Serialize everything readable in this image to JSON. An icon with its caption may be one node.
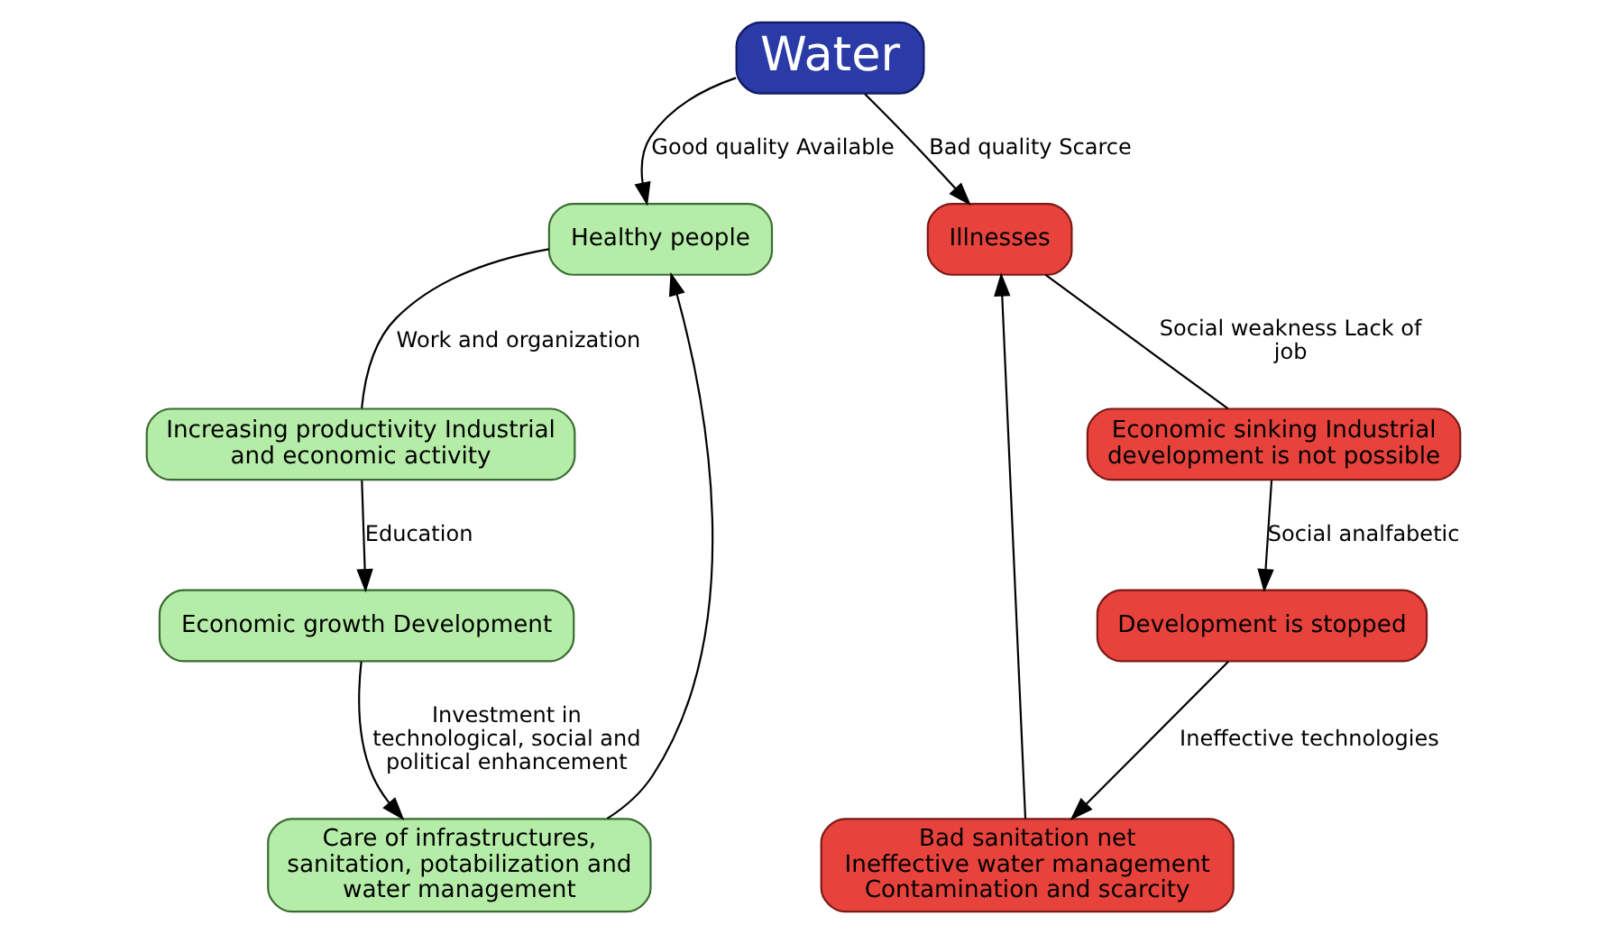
{
  "diagram": {
    "nodes": [
      {
        "text": [
          "Water"
        ]
      },
      {
        "text": [
          "Healthy people"
        ]
      },
      {
        "text": [
          "Care of infrastructures, sanitation, potabilization and water management"
        ]
      },
      {
        "text": [
          "Bad sanitation net Ineffective water management Contamination and scarcity"
        ]
      },
      {
        "text": [
          "Illnesses"
        ]
      },
      {
        "text": [
          "Development is stopped"
        ]
      },
      {
        "text": [
          "Economic sinking Industrial development is not possible"
        ]
      },
      {
        "text": [
          "Increasing productivity Industrial and economic activity"
        ]
      },
      {
        "text": [
          "Economic growth Development"
        ]
      }
    ],
    "edges": [
      {
        "from": 0,
        "to": 1,
        "arrow": "to",
        "label": "Good quality Available"
      },
      {
        "from": 2,
        "to": 1,
        "arrow": "to"
      },
      {
        "from": 0,
        "to": 4,
        "arrow": "to",
        "label": "Bad quality Scarce"
      },
      {
        "from": 3,
        "to": 4,
        "arrow": "to"
      },
      {
        "from": 4,
        "to": 6,
        "arrow": "none",
        "label": "Social weakness Lack of job"
      },
      {
        "from": 6,
        "to": 5,
        "arrow": "to",
        "label": "Social analfabetic"
      },
      {
        "from": 5,
        "to": 3,
        "arrow": "to",
        "label": "Ineffective technologies"
      },
      {
        "from": 1,
        "to": 7,
        "arrow": "none",
        "label": "Work and organization"
      },
      {
        "from": 7,
        "to": 8,
        "arrow": "to",
        "label": "Education"
      },
      {
        "from": 8,
        "to": 2,
        "arrow": "to",
        "label": "Investment in technological, social and political enhancement"
      }
    ]
  }
}
